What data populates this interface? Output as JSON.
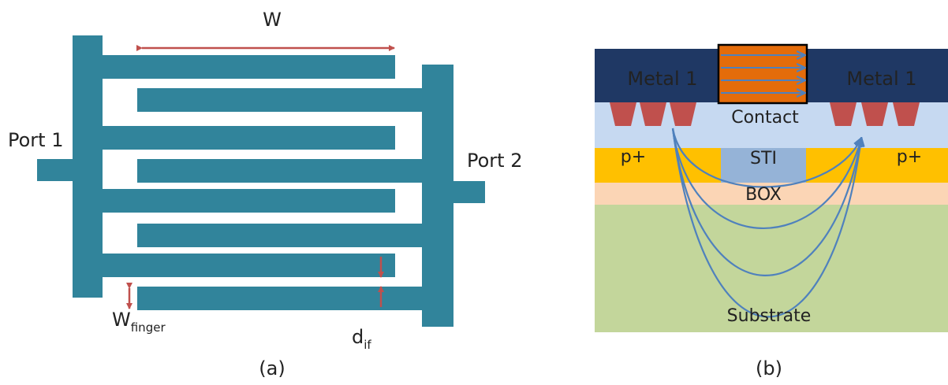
{
  "panel_a": {
    "caption": "(a)",
    "port1_label": "Port 1",
    "port2_label": "Port 2",
    "width_label": "W",
    "finger_width_label": "W",
    "finger_width_sub": "finger",
    "spacing_label": "d",
    "spacing_sub": "if"
  },
  "panel_b": {
    "caption": "(b)",
    "metal_left_label": "Metal 1",
    "metal_right_label": "Metal 1",
    "contact_label": "Contact",
    "p_left_label": "p+",
    "p_right_label": "p+",
    "sti_label": "STI",
    "box_label": "BOX",
    "substrate_label": "Substrate"
  },
  "colors": {
    "finger": "#31849b",
    "dim_arrow": "#c0504d",
    "metal": "#1f3864",
    "via": "#c0504d",
    "contact": "#c6d9f1",
    "p_plus": "#ffc000",
    "sti": "#95b3d7",
    "box": "#fbd5b5",
    "substrate": "#c3d69b",
    "current": "#4f81bd",
    "orange_block": "#e46c0a"
  }
}
